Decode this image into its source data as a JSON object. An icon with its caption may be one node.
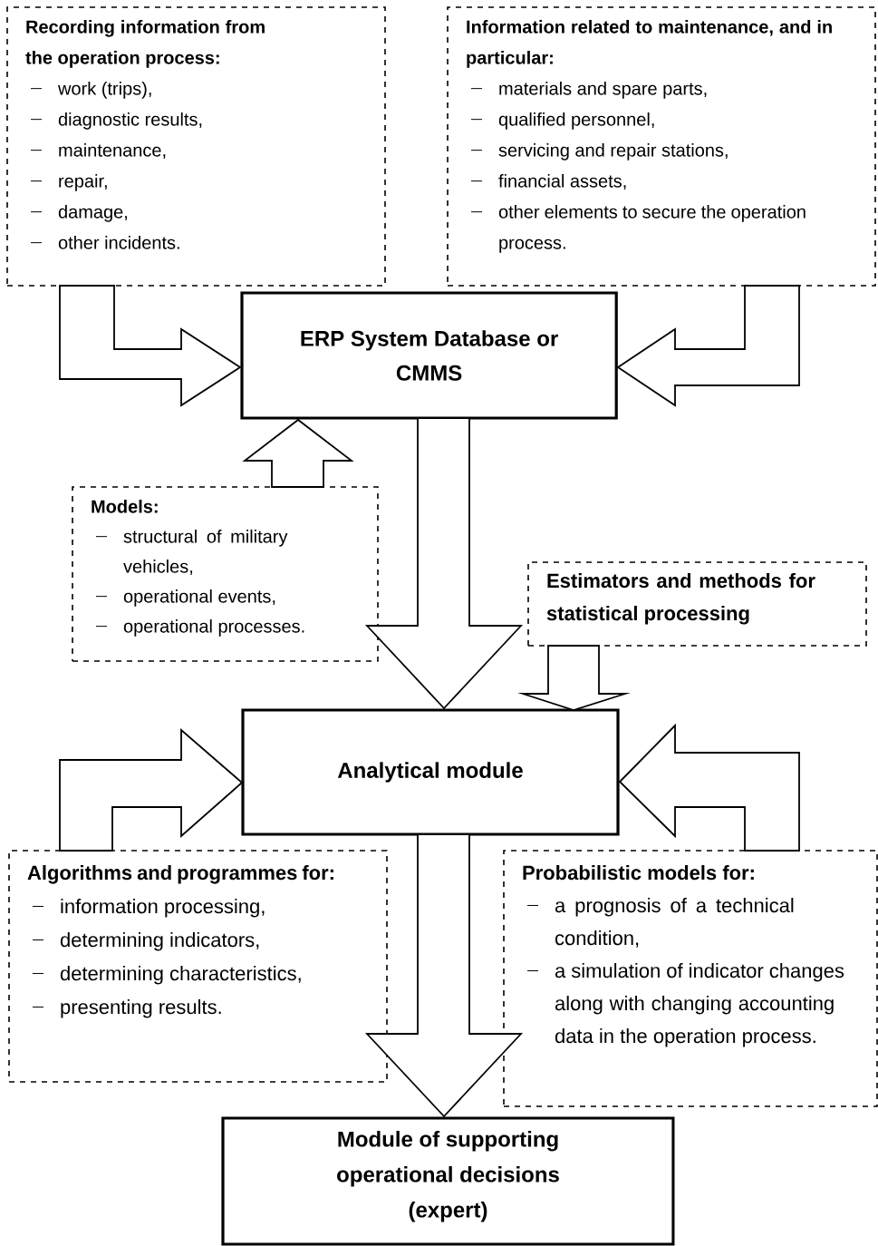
{
  "diagram": {
    "nodes": [
      {
        "text": [
          "Recording information from the operation process:",
          "work (trips),",
          "diagnostic results,",
          "maintenance,",
          "repair,",
          "damage,",
          "other incidents."
        ]
      },
      {
        "text": [
          "Information related to maintenance, and in particular:",
          "materials and spare parts,",
          "qualified personnel,",
          "servicing and repair stations,",
          "financial assets,",
          "other elements to secure the operation process."
        ]
      },
      {
        "text": [
          "ERP System Database or CMMS"
        ]
      },
      {
        "text": [
          "Models:",
          "structural of military vehicles,",
          "operational events,",
          "operational processes."
        ]
      },
      {
        "text": [
          "Estimators and methods for statistical processing"
        ]
      },
      {
        "text": [
          "Analytical module"
        ]
      },
      {
        "text": [
          "Algorithms and programmes for:",
          "information processing,",
          "determining indicators,",
          "determining characteristics,",
          "presenting results."
        ]
      },
      {
        "text": [
          "Probabilistic models for:",
          "a prognosis of a technical condition,",
          "a simulation of indicator changes along with changing accounting data in the operation process."
        ]
      },
      {
        "text": [
          "Module of supporting operational decisions (expert)"
        ]
      }
    ],
    "edges": [
      {
        "from": 0,
        "to": 2,
        "arrow": "to"
      },
      {
        "from": 1,
        "to": 2,
        "arrow": "to"
      },
      {
        "from": 3,
        "to": 2,
        "arrow": "to"
      },
      {
        "from": 2,
        "to": 5,
        "arrow": "to"
      },
      {
        "from": 4,
        "to": 5,
        "arrow": "to"
      },
      {
        "from": 6,
        "to": 5,
        "arrow": "to"
      },
      {
        "from": 7,
        "to": 5,
        "arrow": "to"
      },
      {
        "from": 5,
        "to": 8,
        "arrow": "to"
      }
    ]
  }
}
